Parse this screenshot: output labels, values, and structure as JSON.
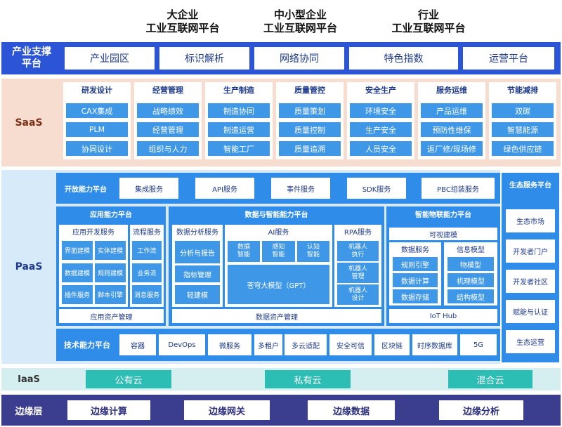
{
  "header": {
    "col1": [
      "大企业",
      "工业互联网平台"
    ],
    "col2": [
      "中小型企业",
      "工业互联网平台"
    ],
    "col3": [
      "行业",
      "工业互联网平台"
    ]
  },
  "industry": {
    "label": "产业支撑\n平台",
    "items": [
      "产业园区",
      "标识解析",
      "网络协同",
      "特色指数",
      "运营平台"
    ]
  },
  "saas": {
    "label": "SaaS",
    "columns": [
      {
        "title": "研发设计",
        "items": [
          "CAX集成",
          "PLM",
          "协同设计"
        ]
      },
      {
        "title": "经营管理",
        "items": [
          "战略绩效",
          "经营管理",
          "组织与人力"
        ]
      },
      {
        "title": "生产制造",
        "items": [
          "制造协同",
          "制造运营",
          "智能工厂"
        ]
      },
      {
        "title": "质量管控",
        "items": [
          "质量策划",
          "质量控制",
          "质量追溯"
        ]
      },
      {
        "title": "安全生产",
        "items": [
          "环境安全",
          "生产安全",
          "人员安全"
        ]
      },
      {
        "title": "服务运维",
        "items": [
          "产品运维",
          "预防性维保",
          "返厂修/现场修"
        ]
      },
      {
        "title": "节能减排",
        "items": [
          "双碳",
          "智慧能源",
          "绿色供应链"
        ]
      }
    ]
  },
  "paas": {
    "label": "PaaS",
    "open": {
      "title": "开放能力平台",
      "items": [
        "集成服务",
        "API服务",
        "事件服务",
        "SDK服务",
        "PBC组装服务"
      ]
    },
    "app": {
      "title": "应用能力平台",
      "dev_title": "应用开发服务",
      "dev_items": [
        "界面建模",
        "实体建模",
        "数据建模",
        "规则建模",
        "插件服务",
        "脚本引擎"
      ],
      "flow_title": "流程服务",
      "flow_items": [
        "工作流",
        "业务流",
        "消息服务"
      ],
      "asset": "应用资产管理"
    },
    "data": {
      "title": "数据与智能能力平台",
      "analysis_title": "数据分析服务",
      "analysis_items": [
        "分析与报告",
        "指标管理",
        "轻建模"
      ],
      "ai_title": "AI服务",
      "ai_items": [
        "数据\n智能",
        "感知\n智能",
        "认知\n智能"
      ],
      "ai_model": "苍穹大模型（GPT）",
      "rpa_title": "RPA服务",
      "rpa_items": [
        "机器人\n执行",
        "机器人\n管理",
        "机器人\n设计"
      ],
      "asset": "数据资产管理"
    },
    "iot": {
      "title": "智能物联能力平台",
      "visual": "可视建模",
      "data_title": "数据服务",
      "data_items": [
        "规则引擎",
        "数据计算",
        "数据存储"
      ],
      "info_title": "信息模型",
      "info_items": [
        "物模型",
        "机理模型",
        "结构模型"
      ],
      "hub": "IoT Hub"
    },
    "tech": {
      "title": "技术能力平台",
      "items": [
        "容器",
        "DevOps",
        "微服务",
        "多租户",
        "多云适配",
        "安全可信",
        "区块链",
        "时序数据库",
        "5G"
      ]
    }
  },
  "eco": {
    "title": "生态服务平台",
    "items": [
      "生态市场",
      "开发者门户",
      "开发者社区",
      "赋能与认证",
      "生态运营"
    ]
  },
  "iaas": {
    "label": "IaaS",
    "items": [
      "公有云",
      "私有云",
      "混合云"
    ]
  },
  "edge": {
    "label": "边缘层",
    "items": [
      "边缘计算",
      "边缘网关",
      "边缘数据",
      "边缘分析"
    ]
  }
}
